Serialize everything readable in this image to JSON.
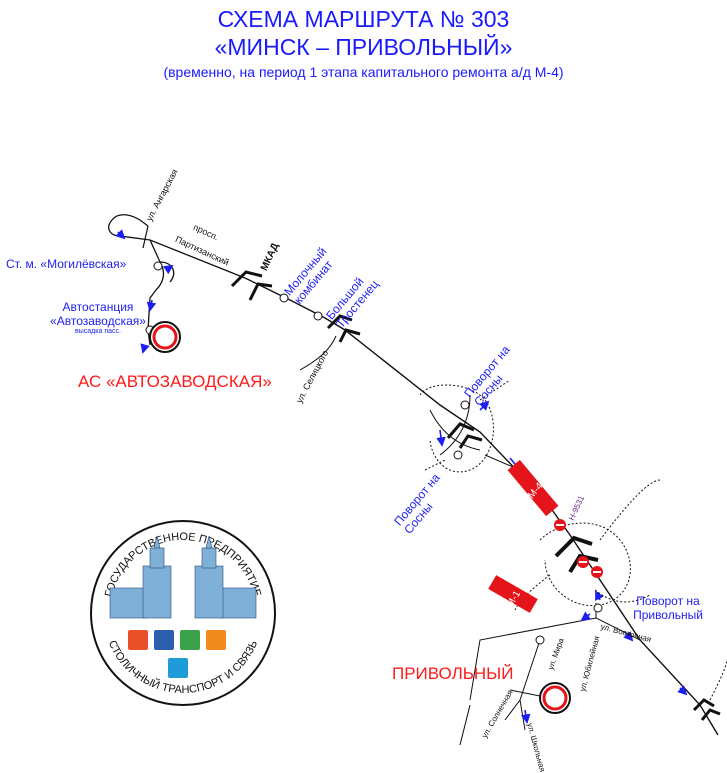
{
  "header": {
    "title_line1": "СХЕМА МАРШРУТА № 303",
    "title_line2": "«МИНСК – ПРИВОЛЬНЫЙ»",
    "subtitle": "(временно, на период  1 этапа капитального ремонта а/д М-4)"
  },
  "labels": {
    "st_mogilevskaya": "Ст. м. «Могилёвская»",
    "bus_station_line1": "Автостанция",
    "bus_station_line2": "«Автозаводская»",
    "bus_station_note": "высадка пасс.",
    "as_avtozavodskaya": "АС «АВТОЗАВОДСКАЯ»",
    "ul_angarskaya": "ул. Ангарская",
    "prosp_line1": "просп.",
    "prosp_line2": "Партизанский",
    "mkad": "МКАД",
    "moloch_line1": "Молочный",
    "moloch_line2": "комбинат",
    "bolshoy_line1": "Большой",
    "bolshoy_line2": "Тростенец",
    "ul_selitskogo": "ул. Селицкого",
    "turn_sosny_top_line1": "Поворот на",
    "turn_sosny_top_line2": "Сосны",
    "turn_sosny_bottom_line1": "Поворот на",
    "turn_sosny_bottom_line2": "Сосны",
    "m4": "М-4",
    "n9531": "Н-9531",
    "m1": "М-1",
    "turn_privolny_line1": "Поворот на",
    "turn_privolny_line2": "Привольный",
    "ul_vostochnaya": "ул. Восточная",
    "ul_mira": "ул. Мира",
    "ul_yubileynaya": "ул. Юбилейная",
    "privolny": "ПРИВОЛЬНЫЙ",
    "ul_solnechnaya": "ул. Солнечная",
    "ul_shkolnaya": "ул. Школьная"
  },
  "logo": {
    "top_text": "ГОСУДАРСТВЕННОЕ ПРЕДПРИЯТИЕ",
    "bottom_text": "СТОЛИЧНЫЙ ТРАНСПОРТ И СВЯЗЬ",
    "tile_colors": [
      "#e8502a",
      "#2d5fb0",
      "#3aa04a",
      "#f08a1c",
      "#1e9bd8"
    ]
  },
  "colors": {
    "title": "#1a1aff",
    "label_blue": "#1d1df0",
    "label_red": "#ff1a1a",
    "route": "#111111",
    "badge_red": "#e5141a"
  },
  "icons": [
    "bus-stop-icon",
    "terminal-icon",
    "no-entry-icon",
    "interchange-icon",
    "direction-arrow-icon"
  ]
}
